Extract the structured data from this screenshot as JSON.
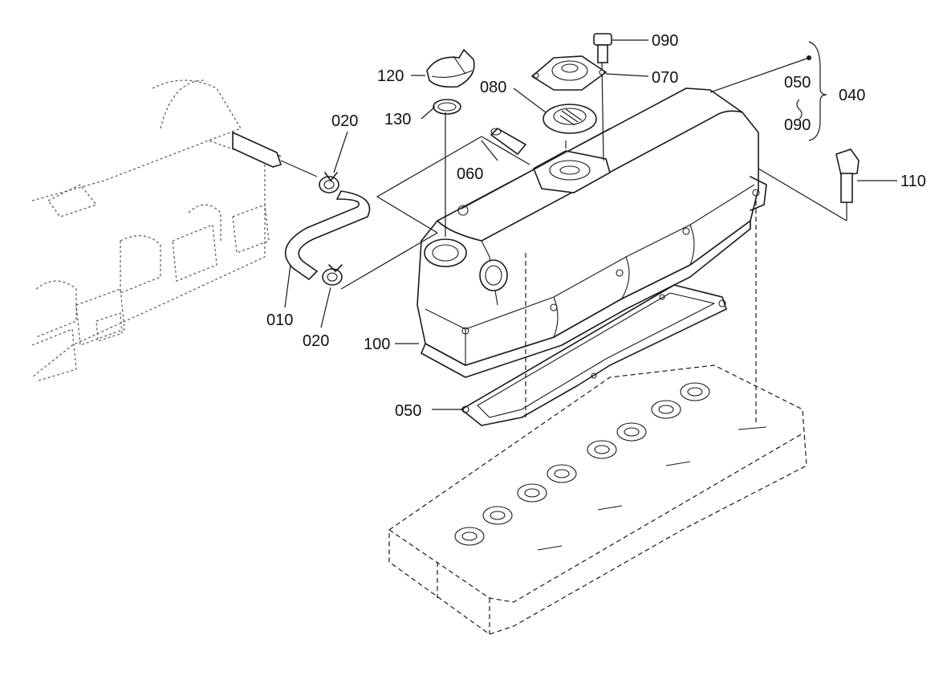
{
  "diagram": {
    "callouts": [
      {
        "id": "c-090-top",
        "label": "090"
      },
      {
        "id": "c-070",
        "label": "070"
      },
      {
        "id": "c-120",
        "label": "120"
      },
      {
        "id": "c-080",
        "label": "080"
      },
      {
        "id": "c-130",
        "label": "130"
      },
      {
        "id": "c-020-top",
        "label": "020"
      },
      {
        "id": "c-060",
        "label": "060"
      },
      {
        "id": "c-050-kit",
        "label": "050"
      },
      {
        "id": "c-040",
        "label": "040"
      },
      {
        "id": "c-090-kit",
        "label": "090"
      },
      {
        "id": "c-110",
        "label": "110"
      },
      {
        "id": "c-010",
        "label": "010"
      },
      {
        "id": "c-020-bottom",
        "label": "020"
      },
      {
        "id": "c-100",
        "label": "100"
      },
      {
        "id": "c-050",
        "label": "050"
      }
    ]
  },
  "colors": {
    "line": "#1a1a1a",
    "background": "#ffffff"
  }
}
